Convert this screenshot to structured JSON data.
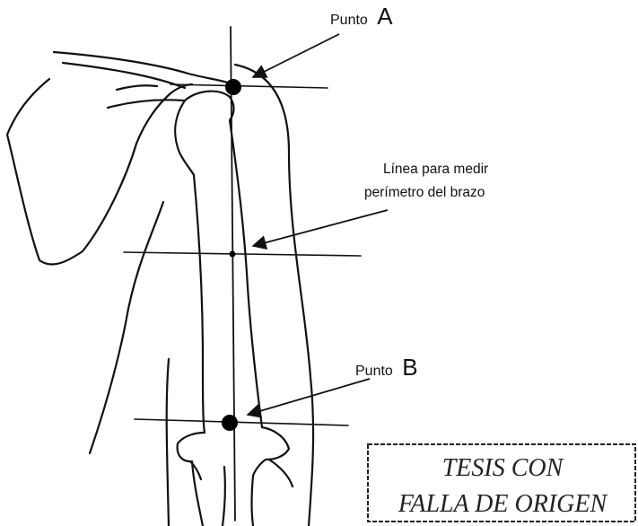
{
  "labels": {
    "point_a_word": "Punto",
    "point_a_letter": "A",
    "measure_line_1": "Línea para medir",
    "measure_line_2": "perímetro del brazo",
    "point_b_word": "Punto",
    "point_b_letter": "B"
  },
  "stamp": {
    "line1": "TESIS CON",
    "line2": "FALLA DE ORIGEN"
  }
}
